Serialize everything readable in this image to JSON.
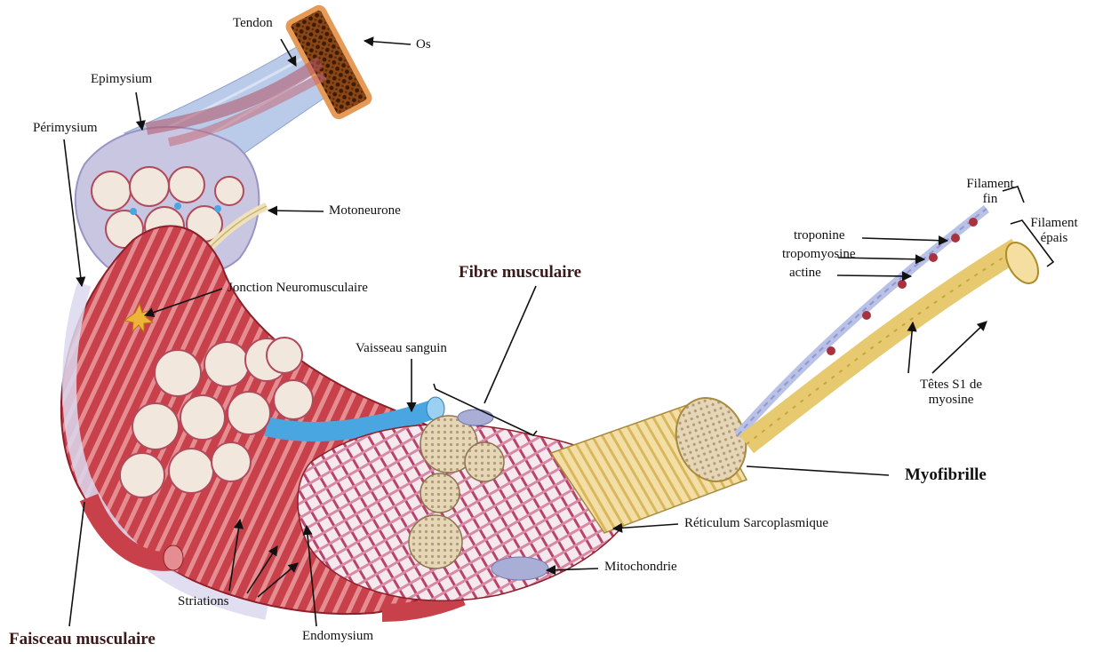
{
  "labels": {
    "tendon": "Tendon",
    "os": "Os",
    "epimysium": "Epimysium",
    "perimysium": "Périmysium",
    "motoneurone": "Motoneurone",
    "jonction": "Jonction Neuromusculaire",
    "fibre_musculaire": "Fibre musculaire",
    "vaisseau_sanguin": "Vaisseau sanguin",
    "filament_fin_1": "Filament",
    "filament_fin_2": "fin",
    "filament_epais_1": "Filament",
    "filament_epais_2": "épais",
    "troponine": "troponine",
    "tropomyosine": "tropomyosine",
    "actine": "actine",
    "tetes_s1_1": "Têtes S1 de",
    "tetes_s1_2": "myosine",
    "myofibrille": "Myofibrille",
    "reticulum": "Réticulum Sarcoplasmique",
    "mitochondrie": "Mitochondrie",
    "striations": "Striations",
    "endomysium": "Endomysium",
    "faisceau_musculaire": "Faisceau musculaire"
  },
  "colors": {
    "muscle_red": "#c8404a",
    "muscle_dark": "#8e1f2c",
    "sheath_lavender": "#c9c6e2",
    "fascicle_cream": "#f1e7dd",
    "myofibril_cream": "#e8d2a6",
    "filament_gold": "#e7c96f",
    "vessel_blue": "#4aa6e0",
    "bone_brown": "#6b3410",
    "tendon_blue": "#b9cbe8",
    "nerve_cream": "#efe2b8",
    "label_text": "#111111"
  }
}
